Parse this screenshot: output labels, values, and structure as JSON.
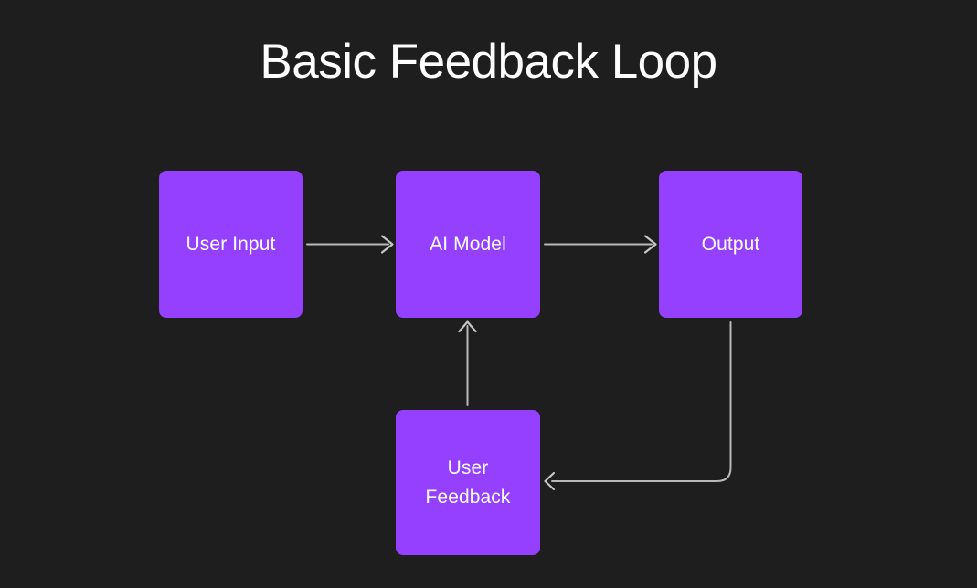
{
  "diagram": {
    "title": "Basic Feedback Loop",
    "background_color": "#1e1e1e",
    "node_fill_color": "#9540ff",
    "node_text_color": "#ffffff",
    "connector_color": "#b9b9b9",
    "title_color": "#fdfdfd",
    "nodes": [
      {
        "id": "user-input",
        "label": "User Input"
      },
      {
        "id": "ai-model",
        "label": "AI Model"
      },
      {
        "id": "output",
        "label": "Output"
      },
      {
        "id": "user-feedback",
        "label": "User\nFeedback"
      }
    ],
    "edges": [
      {
        "id": "user-input-to-ai-model",
        "from": "User Input",
        "to": "AI Model",
        "direction": "right"
      },
      {
        "id": "ai-model-to-output",
        "from": "AI Model",
        "to": "Output",
        "direction": "right"
      },
      {
        "id": "output-to-user-feedback",
        "from": "Output",
        "to": "User Feedback",
        "direction": "down-left"
      },
      {
        "id": "user-feedback-to-ai-model",
        "from": "User Feedback",
        "to": "AI Model",
        "direction": "up"
      }
    ]
  }
}
